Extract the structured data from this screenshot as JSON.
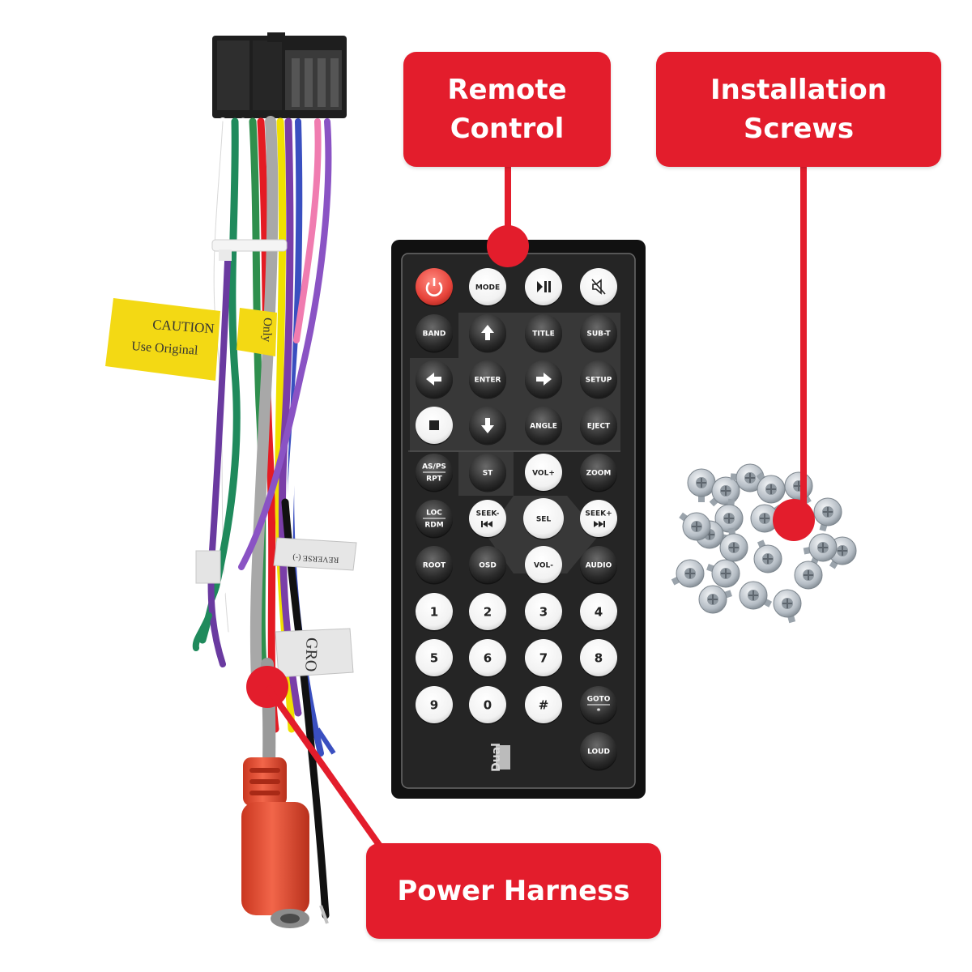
{
  "callouts": {
    "remote": {
      "line1": "Remote",
      "line2": "Control"
    },
    "screws": {
      "line1": "Installation",
      "line2": "Screws"
    },
    "power": {
      "line1": "Power Harness"
    }
  },
  "harness": {
    "caution_label": {
      "line1": "CAUTION",
      "line2": "Use Original",
      "side": "Only"
    },
    "tag_reverse": "REVERSE (-)",
    "tag_ground": "GRO"
  },
  "remote": {
    "brand": "Dual",
    "buttons": {
      "mode": "MODE",
      "band": "BAND",
      "title": "TITLE",
      "subt": "SUB-T",
      "enter": "ENTER",
      "setup": "SETUP",
      "angle": "ANGLE",
      "eject": "EJECT",
      "asps": "AS/PS",
      "rpt": "RPT",
      "st": "ST",
      "volup": "VOL+",
      "zoom": "ZOOM",
      "loc": "LOC",
      "rdm": "RDM",
      "seekdown": "SEEK-",
      "sel": "SEL",
      "seekup": "SEEK+",
      "root": "ROOT",
      "osd": "OSD",
      "voldown": "VOL-",
      "audio": "AUDIO",
      "n1": "1",
      "n2": "2",
      "n3": "3",
      "n4": "4",
      "n5": "5",
      "n6": "6",
      "n7": "7",
      "n8": "8",
      "n9": "9",
      "n0": "0",
      "hash": "#",
      "goto": "GOTO",
      "star": "*",
      "loud": "LOUD"
    }
  },
  "colors": {
    "callout_red": "#e31d2c",
    "remote_body": "#1c1c1c",
    "power_button": "#e8453c"
  }
}
